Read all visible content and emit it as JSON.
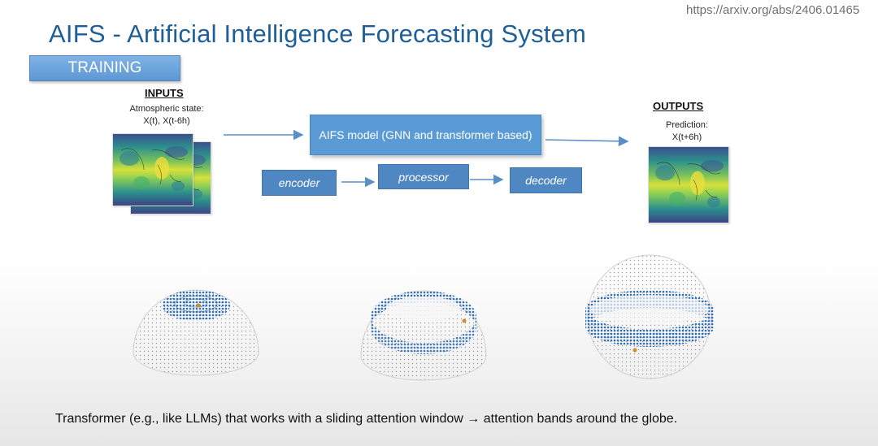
{
  "header": {
    "url": "https://arxiv.org/abs/2406.01465",
    "title": "AIFS - Artificial Intelligence Forecasting System",
    "section_label": "TRAINING"
  },
  "inputs": {
    "heading": "INPUTS",
    "desc_line1": "Atmospheric state:",
    "desc_line2": "X(t), X(t-6h)"
  },
  "outputs": {
    "heading": "OUTPUTS",
    "desc_line1": "Prediction:",
    "desc_line2": "X(t+6h)"
  },
  "model": {
    "label": "AIFS model (GNN and transformer based)",
    "encoder": "encoder",
    "processor": "processor",
    "decoder": "decoder"
  },
  "caption": "Transformer (e.g., like LLMs) that works with a sliding attention window → attention bands around the globe.",
  "colors": {
    "title": "#1f5f99",
    "box_blue": "#5b9bd5",
    "band_blue": "#2f6fb8",
    "marker": "#d98a2b"
  }
}
